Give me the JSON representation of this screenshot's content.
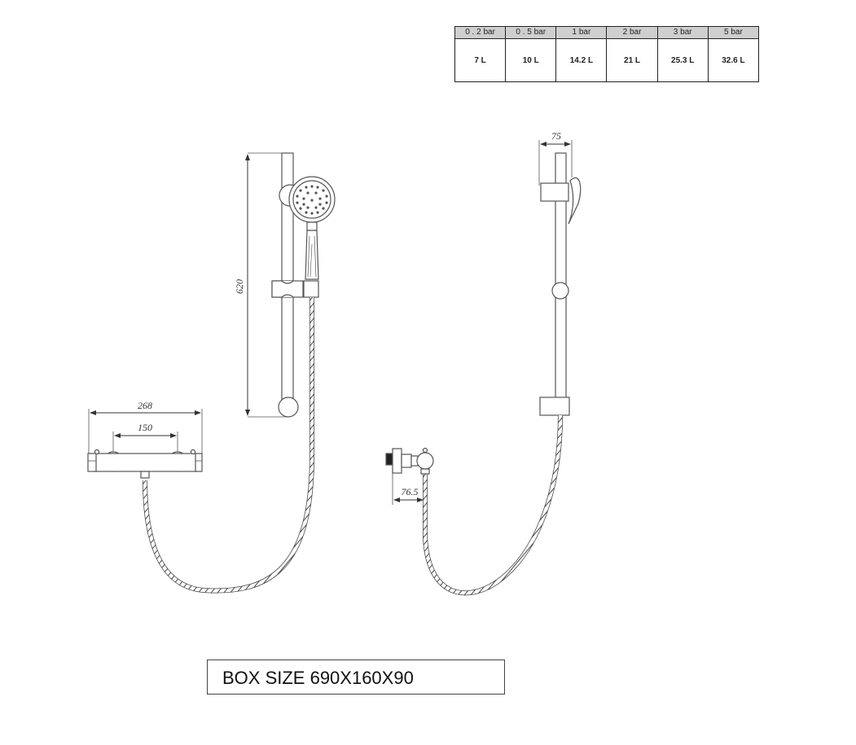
{
  "flow_table": {
    "headers": [
      "0 . 2 bar",
      "0 . 5 bar",
      "1  bar",
      "2  bar",
      "3  bar",
      "5  bar"
    ],
    "values": [
      "7 L",
      "10 L",
      "14.2  L",
      "21  L",
      "25.3 L",
      "32.6 L"
    ]
  },
  "front_view": {
    "dim_rail_height": "620",
    "dim_valve_width": "268",
    "dim_valve_centers": "150"
  },
  "side_view": {
    "dim_rail_depth": "75",
    "dim_valve_projection": "76.5"
  },
  "box_size": {
    "label": "BOX SIZE  690X160X90"
  }
}
